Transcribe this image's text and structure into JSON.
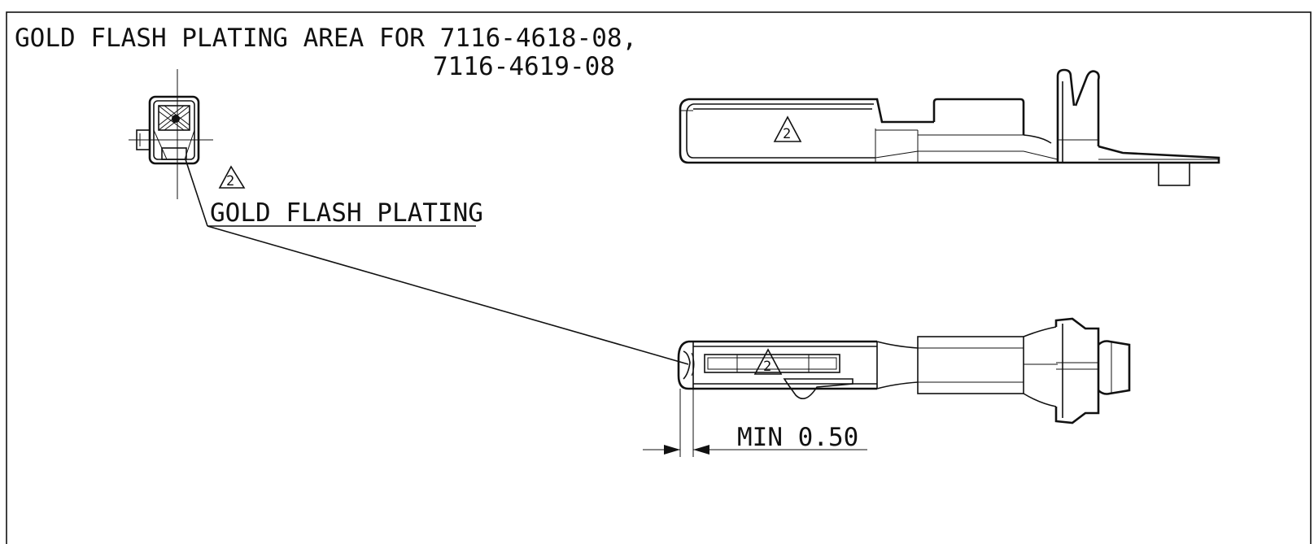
{
  "title": {
    "line1": "GOLD FLASH PLATING AREA FOR 7116-4618-08,",
    "line2": "7116-4619-08"
  },
  "callout": {
    "label": "GOLD FLASH PLATING",
    "revision_mark": "2"
  },
  "side_view": {
    "revision_mark": "2"
  },
  "bottom_view": {
    "revision_mark": "2",
    "dimension_label": "MIN 0.50"
  },
  "colors": {
    "line": "#111111",
    "background": "#ffffff"
  }
}
